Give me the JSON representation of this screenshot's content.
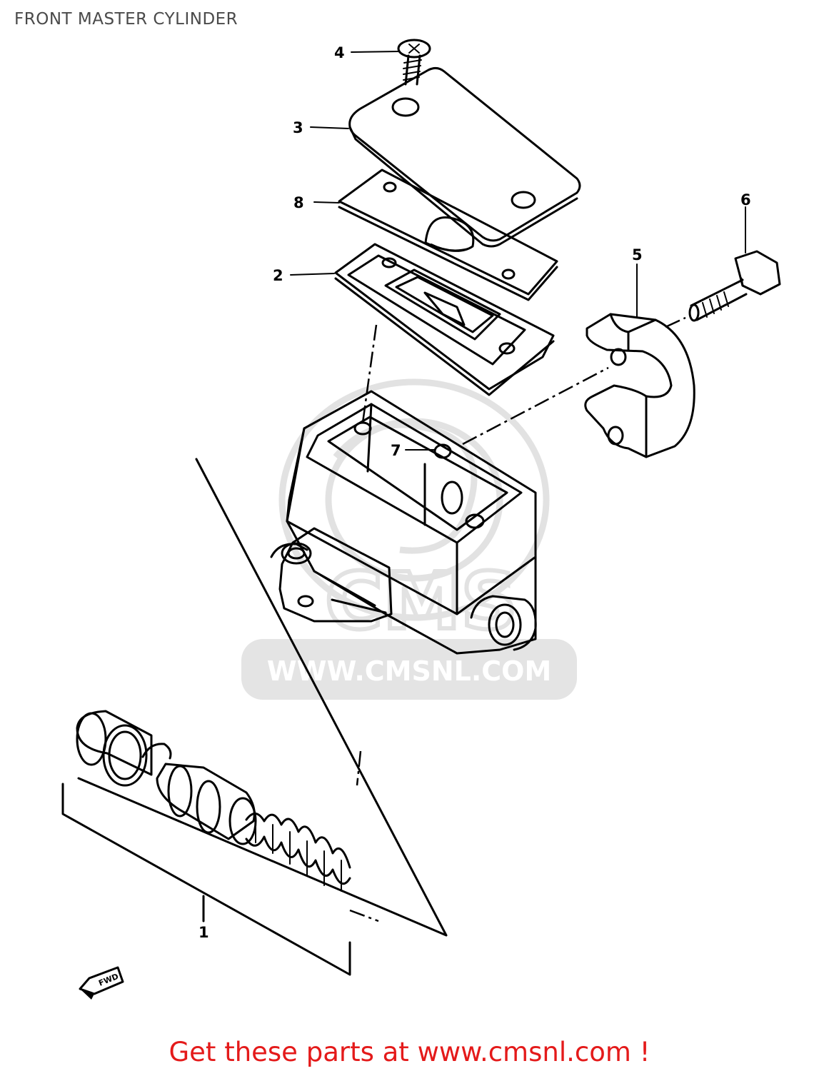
{
  "title": "FRONT MASTER CYLINDER",
  "callouts": {
    "c1": "1",
    "c2": "2",
    "c3": "3",
    "c4": "4",
    "c5": "5",
    "c6": "6",
    "c7": "7",
    "c8": "8"
  },
  "watermark": {
    "url": "WWW.CMSNL.COM",
    "logo": "CMS"
  },
  "direction_tag": "FWD",
  "footer": "Get these parts at www.cmsnl.com !",
  "colors": {
    "footer": "#e41a1a",
    "title": "#4a4a4a",
    "linework": "#000000",
    "watermark": "#e2e2e2"
  }
}
